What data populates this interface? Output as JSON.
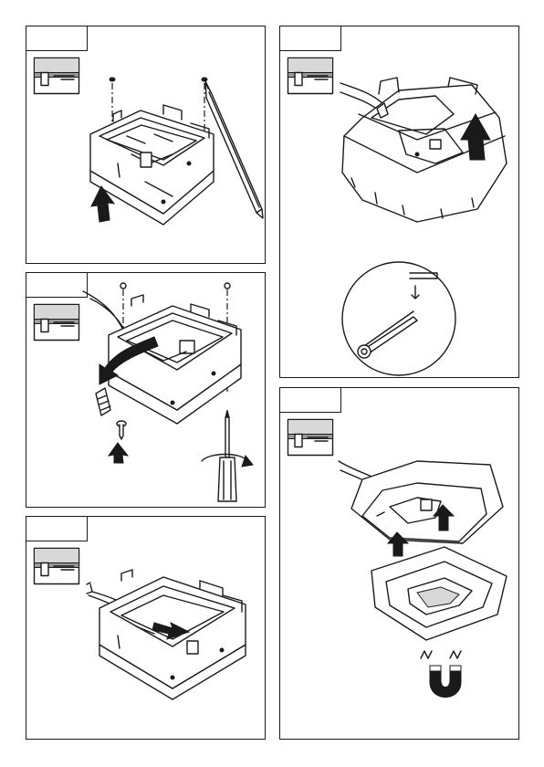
{
  "document": {
    "panels": [
      {
        "id": "step-1",
        "step_label": "",
        "icons": [
          "ceiling-mount-icon",
          "screw-icon",
          "pencil-icon",
          "arrow-up-icon"
        ]
      },
      {
        "id": "step-2",
        "step_label": "",
        "icons": [
          "ceiling-mount-icon",
          "screw-icon",
          "screwdriver-icon",
          "cable-icon",
          "arrow-down-icon",
          "arrow-up-icon",
          "rotate-arrow-icon"
        ]
      },
      {
        "id": "step-3",
        "step_label": "",
        "icons": [
          "ceiling-mount-icon",
          "cable-icon",
          "arrow-right-icon"
        ]
      },
      {
        "id": "step-4",
        "step_label": "",
        "icons": [
          "ceiling-mount-icon",
          "cable-icon",
          "arrow-up-icon",
          "tweezers-icon"
        ]
      },
      {
        "id": "step-5",
        "step_label": "",
        "icons": [
          "ceiling-mount-icon",
          "cable-icon",
          "arrow-up-icon",
          "magnet-icon"
        ]
      }
    ]
  }
}
